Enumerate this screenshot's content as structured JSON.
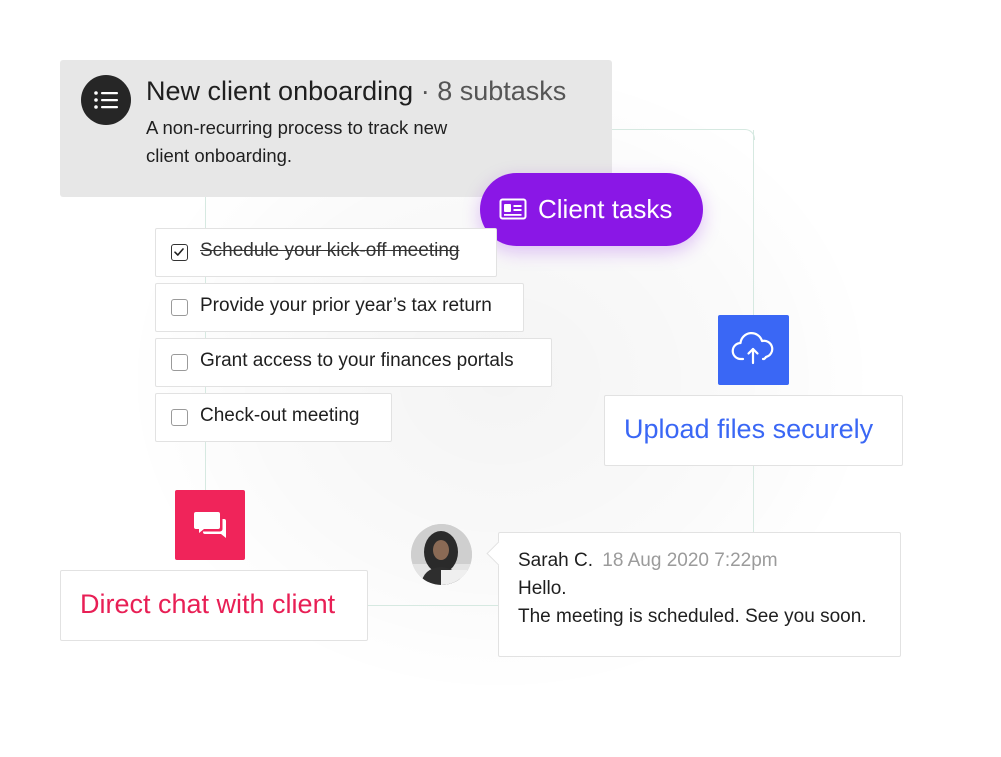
{
  "header": {
    "title": "New client onboarding",
    "separator": "·",
    "subtask_count": "8 subtasks",
    "description": "A non-recurring process to track new client onboarding.",
    "icon": "list-icon"
  },
  "client_tasks_pill": {
    "label": "Client tasks",
    "icon": "id-card-icon",
    "color": "#8a17e6"
  },
  "tasks": [
    {
      "label": "Schedule your kick-off meeting",
      "checked": true
    },
    {
      "label": "Provide your prior year’s tax return",
      "checked": false
    },
    {
      "label": "Grant access to your finances portals",
      "checked": false
    },
    {
      "label": "Check-out meeting",
      "checked": false
    }
  ],
  "upload": {
    "label": "Upload files securely",
    "icon": "cloud-upload-icon",
    "color": "#3a67f5"
  },
  "chat": {
    "label": "Direct chat with client",
    "icon": "chat-bubbles-icon",
    "color": "#f0245a"
  },
  "message": {
    "author": "Sarah C.",
    "timestamp": "18 Aug 2020 7:22pm",
    "lines": [
      "Hello.",
      "The meeting is scheduled. See you soon."
    ]
  }
}
